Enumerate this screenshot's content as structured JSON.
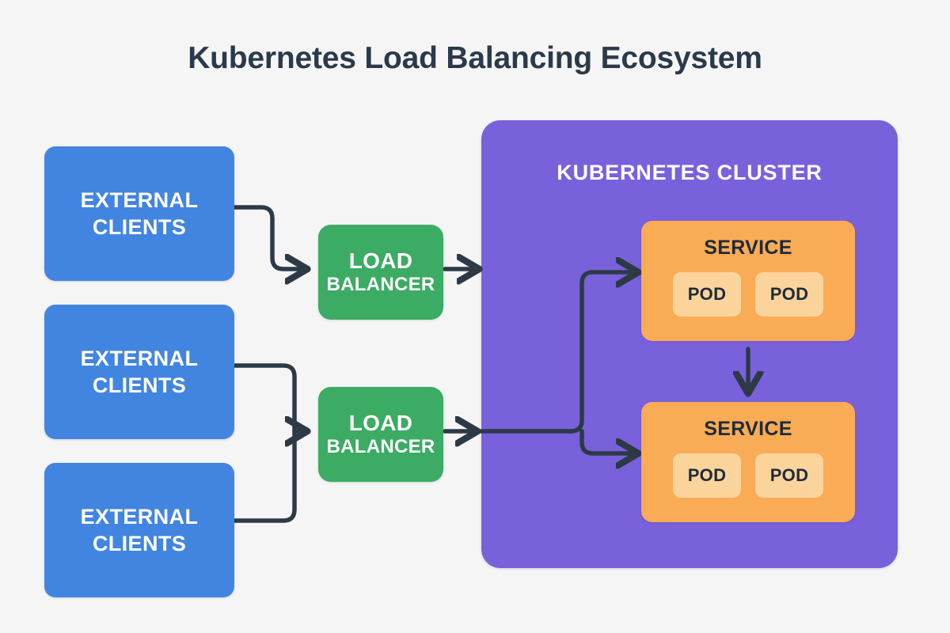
{
  "title": "Kubernetes Load Balancing Ecosystem",
  "colors": {
    "background": "#f5f5f6",
    "title_text": "#2b3a4a",
    "client_blue": "#4285e0",
    "load_balancer_green": "#3cab63",
    "cluster_purple": "#7a61dc",
    "service_orange": "#f9ab55",
    "pod_peach": "#fbd49b",
    "connector": "#2d3a46",
    "on_dark_text": "#ffffff",
    "on_light_text": "#1f2a3a"
  },
  "clients": [
    {
      "line1": "EXTERNAL",
      "line2": "CLIENTS"
    },
    {
      "line1": "EXTERNAL",
      "line2": "CLIENTS"
    },
    {
      "line1": "EXTERNAL",
      "line2": "CLIENTS"
    }
  ],
  "load_balancers": [
    {
      "line1": "LOAD",
      "line2": "BALANCER"
    },
    {
      "line1": "LOAD",
      "line2": "BALANCER"
    }
  ],
  "cluster": {
    "title": "KUBERNETES CLUSTER",
    "services": [
      {
        "label": "SERVICE",
        "pods": [
          {
            "label": "POD"
          },
          {
            "label": "POD"
          }
        ]
      },
      {
        "label": "SERVICE",
        "pods": [
          {
            "label": "POD"
          },
          {
            "label": "POD"
          }
        ]
      }
    ]
  },
  "connections": [
    {
      "name": "client-1-to-lb-1",
      "from": "EXTERNAL CLIENTS",
      "to": "LOAD BALANCER"
    },
    {
      "name": "client-2-to-lb-2",
      "from": "EXTERNAL CLIENTS",
      "to": "LOAD BALANCER"
    },
    {
      "name": "client-3-to-lb-2",
      "from": "EXTERNAL CLIENTS",
      "to": "LOAD BALANCER"
    },
    {
      "name": "lb-1-to-cluster",
      "from": "LOAD BALANCER",
      "to": "KUBERNETES CLUSTER"
    },
    {
      "name": "lb-2-to-service-1",
      "from": "LOAD BALANCER",
      "to": "SERVICE"
    },
    {
      "name": "lb-2-to-service-2",
      "from": "LOAD BALANCER",
      "to": "SERVICE"
    },
    {
      "name": "service-1-to-service-2",
      "from": "SERVICE",
      "to": "SERVICE"
    }
  ]
}
